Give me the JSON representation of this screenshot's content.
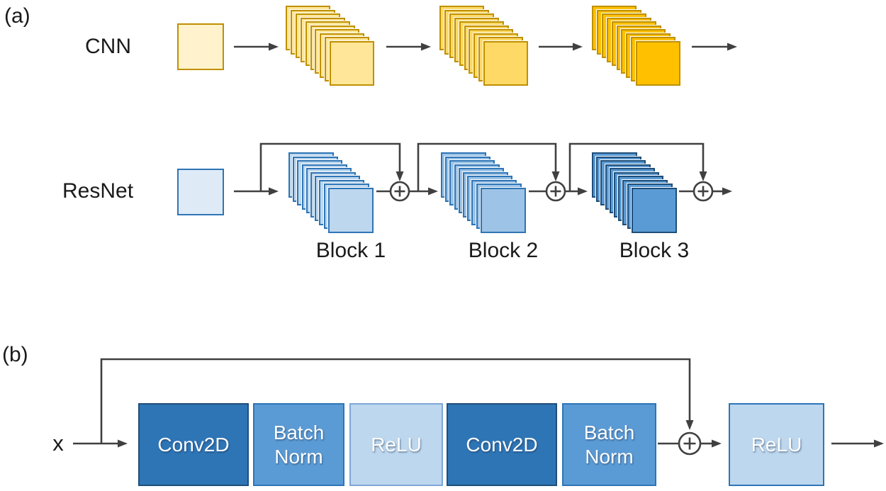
{
  "colors": {
    "line": "#404040",
    "text": "#1a1a1a"
  },
  "panel_a": {
    "label": "(a)",
    "cnn": {
      "label": "CNN",
      "input": {
        "fill": "#FFF2CC",
        "stroke": "#BF9000"
      },
      "stacks": [
        {
          "name": "cnn-stack-1",
          "fill": "#FFE699",
          "stroke": "#BF9000",
          "layers": 10
        },
        {
          "name": "cnn-stack-2",
          "fill": "#FFD966",
          "stroke": "#BF9000",
          "layers": 10
        },
        {
          "name": "cnn-stack-3",
          "fill": "#FFC000",
          "stroke": "#BF9000",
          "layers": 10
        }
      ]
    },
    "resnet": {
      "label": "ResNet",
      "input": {
        "fill": "#DEEBF7",
        "stroke": "#2E75B6"
      },
      "stacks": [
        {
          "name": "res-stack-1",
          "fill": "#BDD7EE",
          "stroke": "#2E75B6",
          "layers": 10
        },
        {
          "name": "res-stack-2",
          "fill": "#9DC3E6",
          "stroke": "#2E75B6",
          "layers": 10
        },
        {
          "name": "res-stack-3",
          "fill": "#5B9BD5",
          "stroke": "#1F4E79",
          "layers": 10
        }
      ],
      "block_labels": [
        "Block 1",
        "Block 2",
        "Block 3"
      ],
      "sum_symbol": "+"
    }
  },
  "panel_b": {
    "label": "(b)",
    "input_label": "x",
    "boxes": [
      {
        "label": "Conv2D",
        "fill": "#2E75B6",
        "stroke": "#1F4E79"
      },
      {
        "label": "Batch Norm",
        "fill": "#5B9BD5",
        "stroke": "#2E75B6"
      },
      {
        "label": "ReLU",
        "fill": "#BDD7EE",
        "stroke": "#7EA6D9"
      },
      {
        "label": "Conv2D",
        "fill": "#2E75B6",
        "stroke": "#1F4E79"
      },
      {
        "label": "Batch Norm",
        "fill": "#5B9BD5",
        "stroke": "#2E75B6"
      },
      {
        "label": "ReLU",
        "fill": "#BDD7EE",
        "stroke": "#2E75B6"
      }
    ]
  }
}
